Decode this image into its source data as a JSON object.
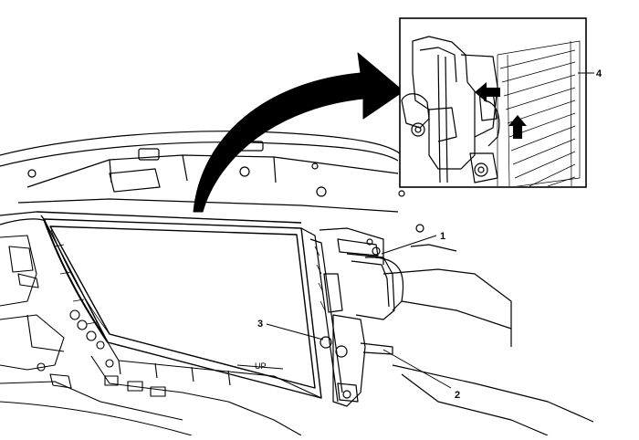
{
  "callouts": {
    "c1": "1",
    "c2": "2",
    "c3": "3",
    "c4": "4"
  },
  "embossed_text": "UP",
  "colors": {
    "line": "#000000",
    "background": "#ffffff",
    "arrow_fill": "#000000"
  }
}
